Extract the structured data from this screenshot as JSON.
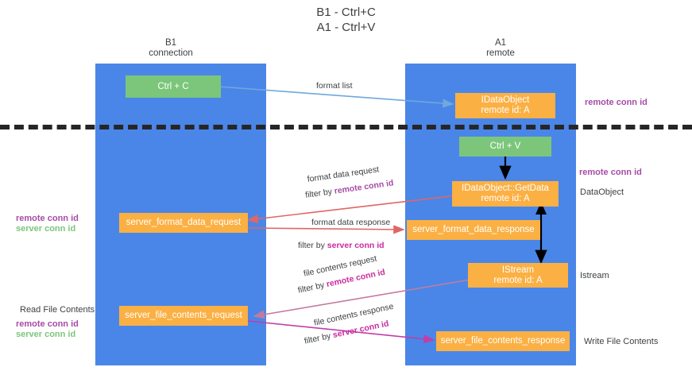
{
  "title": {
    "line1": "B1 - Ctrl+C",
    "line2": "A1 - Ctrl+V"
  },
  "colors": {
    "lane": "#4a86e8",
    "green_box": "#7bc67b",
    "orange_box": "#fbb044",
    "remote_conn_id": "#a64ca6",
    "server_conn_id": "#7bc67b",
    "server_conn_id_alt": "#cc2a9e",
    "arrow_format_list": "#6fa8dc",
    "arrow_format_data": "#e06666",
    "arrow_file_contents": "#c27ba0",
    "arrow_black": "#000000",
    "separator": "#262626"
  },
  "columns": [
    {
      "name": "B1",
      "sub": "connection"
    },
    {
      "name": "A1",
      "sub": "remote"
    }
  ],
  "nodes": {
    "ctrl_c": {
      "line1": "Ctrl + C"
    },
    "idataobject": {
      "line1": "IDataObject",
      "line2": "remote id: A"
    },
    "ctrl_v": {
      "line1": "Ctrl + V"
    },
    "getdata": {
      "line1": "IDataObject::GetData",
      "line2": "remote id: A"
    },
    "fmt_req": {
      "line1": "server_format_data_request"
    },
    "fmt_resp": {
      "line1": "server_format_data_response"
    },
    "istream": {
      "line1": "IStream",
      "line2": "remote id: A"
    },
    "file_req": {
      "line1": "server_file_contents_request"
    },
    "file_resp": {
      "line1": "server_file_contents_response"
    }
  },
  "edge_labels": {
    "format_list": "format list",
    "format_data_request": "format data request",
    "format_data_req_filter_prefix": "filter by ",
    "format_data_req_filter_key": "remote conn id",
    "format_data_response": "format data response",
    "format_data_resp_filter_prefix": "filter by ",
    "format_data_resp_filter_key": "server conn id",
    "file_contents_request": "file contents request",
    "file_req_filter_prefix": "filter by ",
    "file_req_filter_key": "remote conn id",
    "file_contents_response": "file contents response",
    "file_resp_filter_prefix": "filter by ",
    "file_resp_filter_key": "server conn id"
  },
  "side_labels": {
    "right_top_remote_conn_id": "remote conn id",
    "right_mid_remote_conn_id": "remote conn id",
    "right_dataobject": "DataObject",
    "right_istream": "Istream",
    "right_write_file_contents": "Write File Contents",
    "left_remote_conn_id_1": "remote conn id",
    "left_server_conn_id_1": "server conn id",
    "left_read_file_contents": "Read File Contents",
    "left_remote_conn_id_2": "remote conn id",
    "left_server_conn_id_2": "server conn id"
  }
}
